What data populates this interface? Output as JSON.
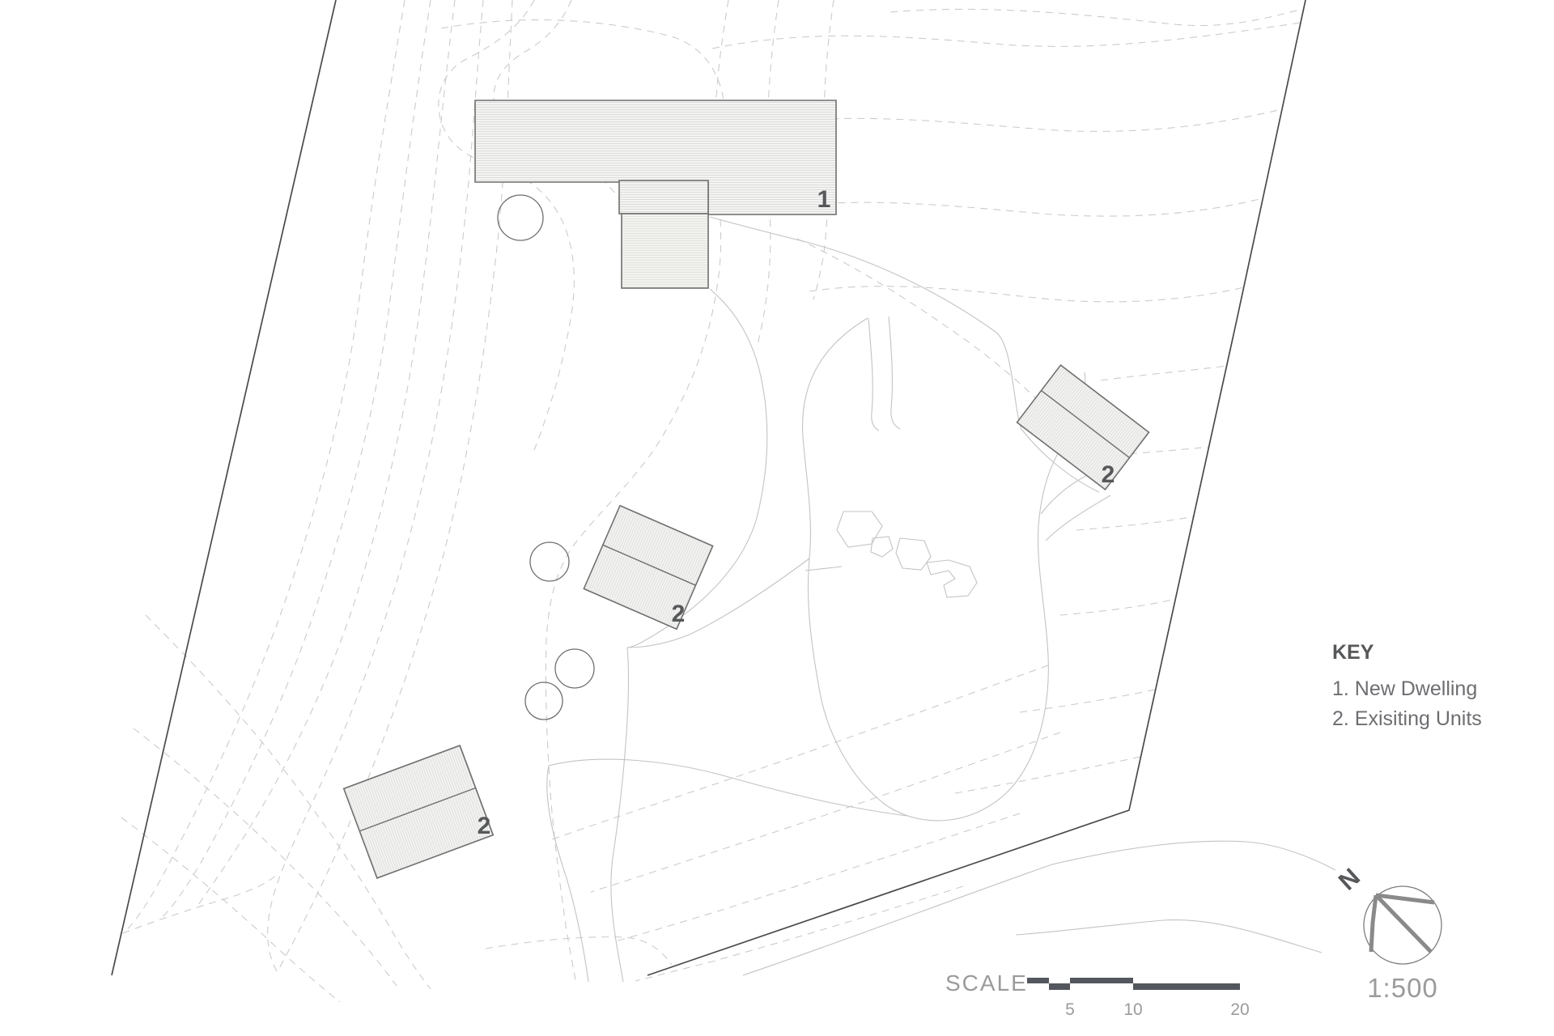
{
  "key": {
    "heading": "KEY",
    "item1": "1. New Dwelling",
    "item2": "2. Exisiting Units"
  },
  "labels": {
    "new_dwelling": "1",
    "existing_unit": "2"
  },
  "scale": {
    "label": "SCALE",
    "tick5": "5",
    "tick10": "10",
    "tick20": "20"
  },
  "north": {
    "letter": "N",
    "ratio": "1:500"
  },
  "colors": {
    "contour": "#cbcbcb",
    "path": "#c3c3c3",
    "boundary": "#4a4a4a",
    "building-outline": "#6f6f6f",
    "text-dark": "#57585a",
    "text-mid": "#6d6e71",
    "text-light": "#9b9b9b",
    "scalebar": "#54575d"
  }
}
